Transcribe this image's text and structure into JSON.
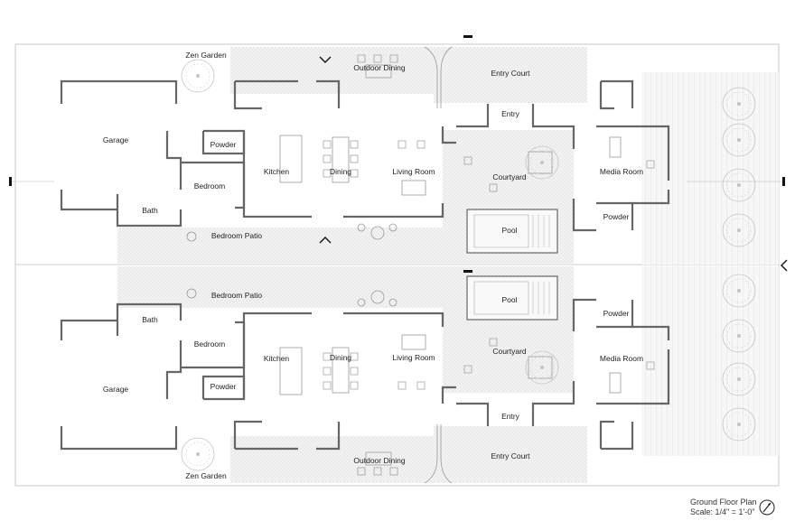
{
  "plan": {
    "title": "Ground Floor Plan",
    "scale": "Scale: 1/4\" = 1'-0\"",
    "colors": {
      "wall": "#666666",
      "hatch": "#b0b0b0",
      "line": "#9a9a9a",
      "text": "#222222",
      "section_mark": "#111111"
    }
  },
  "units": [
    {
      "rooms": {
        "zen_garden": "Zen Garden",
        "outdoor_dining": "Outdoor Dining",
        "entry_court": "Entry Court",
        "entry": "Entry",
        "garage": "Garage",
        "powder": "Powder",
        "kitchen": "Kitchen",
        "dining": "Dining",
        "living_room": "Living Room",
        "courtyard": "Courtyard",
        "media_room": "Media Room",
        "bedroom": "Bedroom",
        "bath": "Bath",
        "powder_2": "Powder",
        "bedroom_patio": "Bedroom Patio",
        "pool": "Pool"
      }
    },
    {
      "rooms": {
        "bedroom_patio": "Bedroom Patio",
        "pool": "Pool",
        "powder_2": "Powder",
        "bath": "Bath",
        "bedroom": "Bedroom",
        "kitchen": "Kitchen",
        "dining": "Dining",
        "living_room": "Living Room",
        "courtyard": "Courtyard",
        "media_room": "Media Room",
        "garage": "Garage",
        "powder": "Powder",
        "entry": "Entry",
        "zen_garden": "Zen Garden",
        "outdoor_dining": "Outdoor Dining",
        "entry_court": "Entry Court"
      }
    }
  ]
}
